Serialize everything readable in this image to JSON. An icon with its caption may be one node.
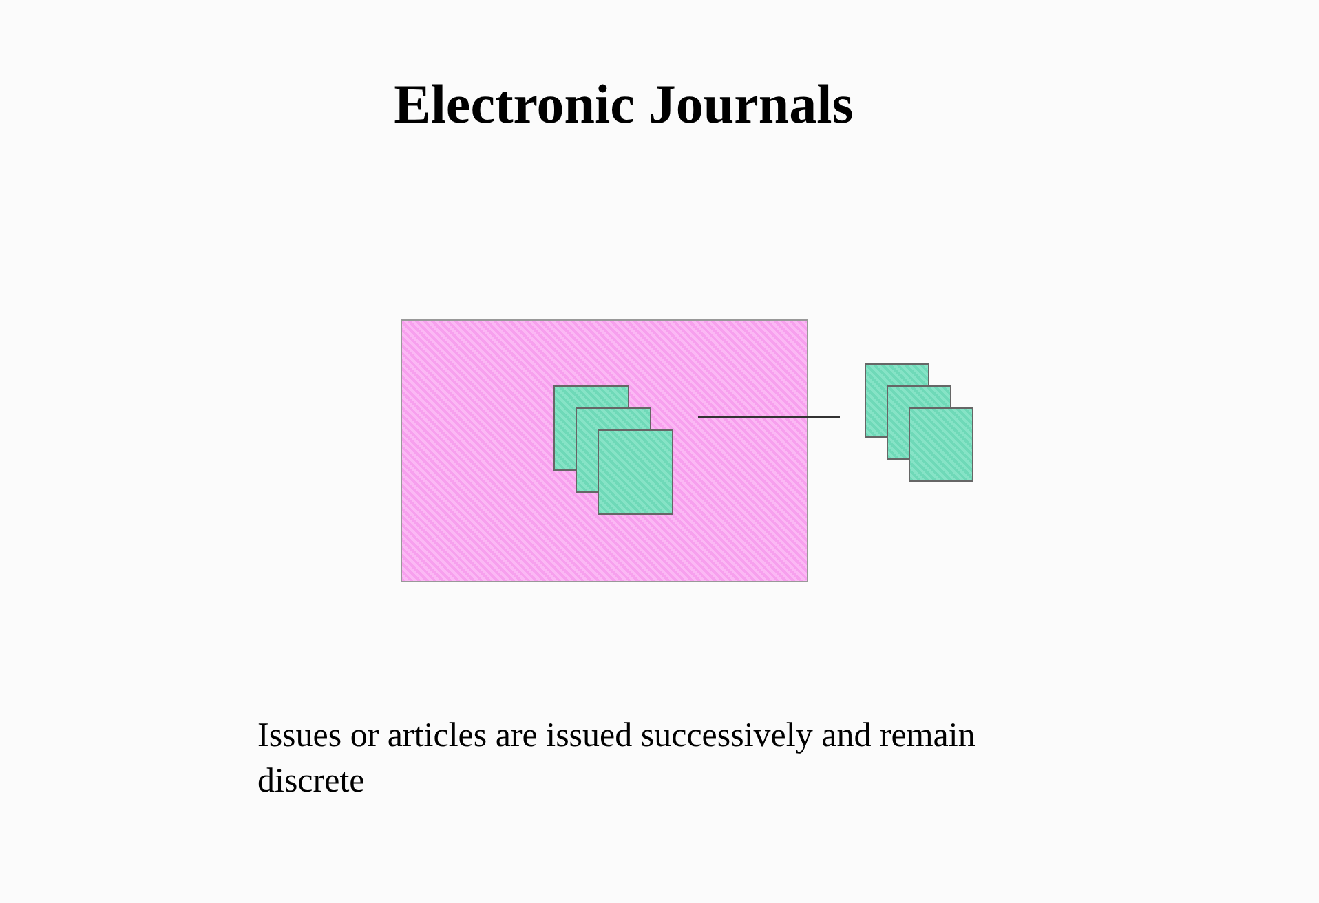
{
  "diagram": {
    "title": "Electronic Journals",
    "caption": "Issues or articles are issued successively and remain discrete",
    "nodes": [
      {
        "text": [],
        "shape": "box"
      },
      {
        "text": [],
        "shape": "box",
        "in": 0
      },
      {
        "text": [],
        "shape": "box",
        "in": 0
      },
      {
        "text": [],
        "shape": "box",
        "in": 0
      },
      {
        "text": [],
        "shape": "box"
      },
      {
        "text": [],
        "shape": "box"
      },
      {
        "text": [],
        "shape": "box"
      }
    ],
    "edges": [
      {
        "from": 3,
        "to": 4,
        "arrow": "none"
      }
    ]
  }
}
